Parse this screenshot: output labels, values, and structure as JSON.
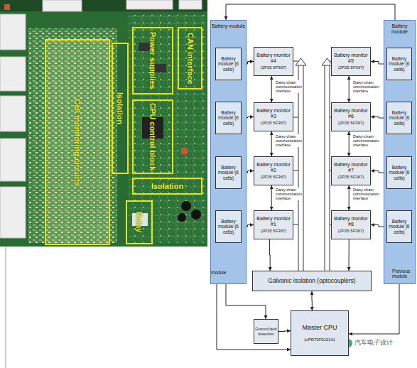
{
  "diagram": {
    "nodes": [
      {
        "text": [
          "Cell monitoring circuits"
        ]
      },
      {
        "text": [
          "Isolation"
        ]
      },
      {
        "text": [
          "Power supplies"
        ]
      },
      {
        "text": [
          "CAN interface"
        ]
      },
      {
        "text": [
          "CPU control block"
        ]
      },
      {
        "text": [
          "Isolation"
        ]
      },
      {
        "text": [
          "Relay"
        ]
      },
      {
        "text": [
          "Battery module"
        ]
      },
      {
        "text": [
          "Battery module (6 cells)"
        ],
        "in": 7
      },
      {
        "text": [
          "Battery module (6 cells)"
        ],
        "in": 7
      },
      {
        "text": [
          "Battery module (6 cells)"
        ],
        "in": 7
      },
      {
        "text": [
          "Battery module (6 cells)"
        ],
        "in": 7
      },
      {
        "text": [
          "Battery monitor #4",
          "(2P25 5F367)"
        ]
      },
      {
        "text": [
          "Battery monitor #3",
          "(2P25 5F367)"
        ]
      },
      {
        "text": [
          "Battery monitor #2",
          "(2P25 5F367)"
        ]
      },
      {
        "text": [
          "Battery monitor #1",
          "(2P25 5F367)"
        ]
      },
      {
        "text": [
          "Battery monitor #5",
          "(2P25 5F367)"
        ]
      },
      {
        "text": [
          "Battery monitor #6",
          "(2P25 5F367)"
        ]
      },
      {
        "text": [
          "Battery monitor #7",
          "(2P25 5F367)"
        ]
      },
      {
        "text": [
          "Battery monitor #8",
          "(2P25 5F367)"
        ]
      },
      {
        "text": [
          "Battery module"
        ]
      },
      {
        "text": [
          "Battery module (6 cells)"
        ],
        "in": 20
      },
      {
        "text": [
          "Battery module (6 cells)"
        ],
        "in": 20
      },
      {
        "text": [
          "Battery module (6 cells)"
        ],
        "in": 20
      },
      {
        "text": [
          "Battery module (6 cells)"
        ],
        "in": 20
      },
      {
        "text": [
          "Galvanic isolation (optocouplers)"
        ]
      },
      {
        "text": [
          "Ground fault detection"
        ]
      },
      {
        "text": [
          "Master CPU",
          "(uPD70F0121A)"
        ]
      }
    ],
    "edges": [
      {
        "from": 8,
        "to": 12,
        "arrow": "to"
      },
      {
        "from": 9,
        "to": 13,
        "arrow": "to"
      },
      {
        "from": 10,
        "to": 14,
        "arrow": "to"
      },
      {
        "from": 11,
        "to": 15,
        "arrow": "to"
      },
      {
        "from": 21,
        "to": 16,
        "arrow": "to"
      },
      {
        "from": 22,
        "to": 17,
        "arrow": "to"
      },
      {
        "from": 23,
        "to": 18,
        "arrow": "to"
      },
      {
        "from": 24,
        "to": 19,
        "arrow": "to"
      },
      {
        "from": 12,
        "to": 13,
        "arrow": "both",
        "label": "Daisy-chain communication interface"
      },
      {
        "from": 13,
        "to": 14,
        "arrow": "both",
        "label": "Daisy-chain communication interface"
      },
      {
        "from": 14,
        "to": 15,
        "arrow": "both",
        "label": "Daisy-chain communication interface"
      },
      {
        "from": 16,
        "to": 17,
        "arrow": "both",
        "label": "Daisy-chain communication interface"
      },
      {
        "from": 17,
        "to": 18,
        "arrow": "both",
        "label": "Daisy-chain communication interface"
      },
      {
        "from": 18,
        "to": 19,
        "arrow": "both",
        "label": "Daisy-chain communication interface"
      },
      {
        "from": 15,
        "to": 25,
        "arrow": "to"
      },
      {
        "from": 19,
        "to": 25,
        "arrow": "to"
      },
      {
        "from": 25,
        "to": 27,
        "arrow": "both"
      },
      {
        "from": 26,
        "to": 27,
        "arrow": "to"
      }
    ],
    "labels": [
      "module",
      "Previous module",
      "汽车电子设计"
    ]
  }
}
